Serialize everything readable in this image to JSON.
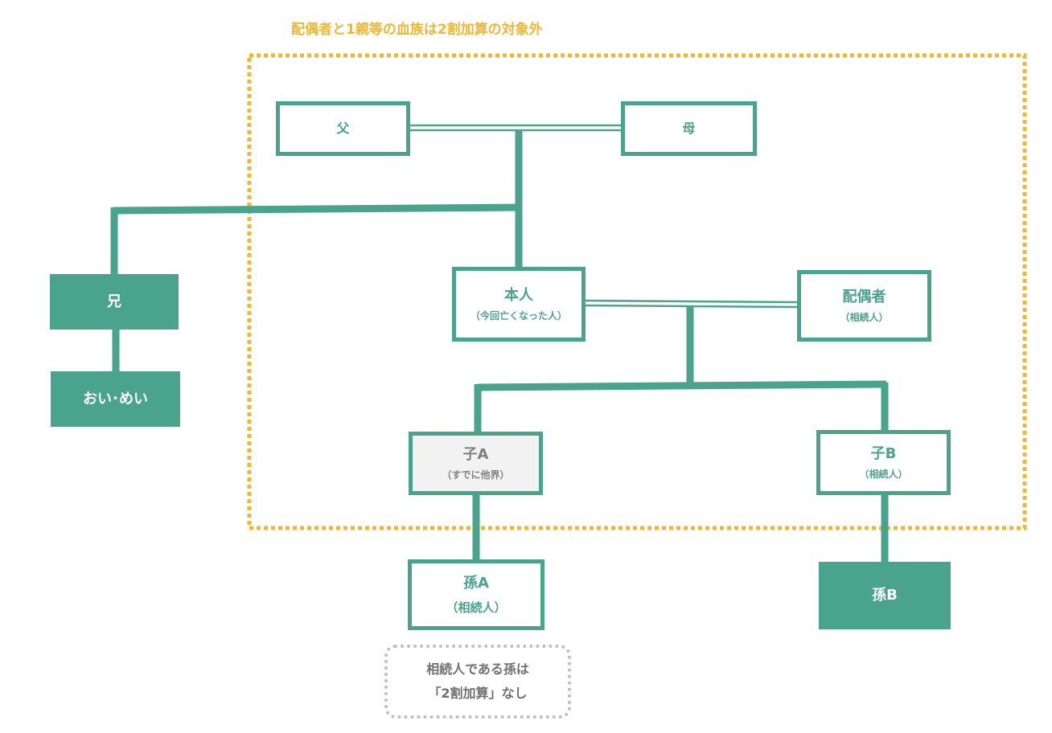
{
  "title": "配偶者と1親等の血族は2割加算の対象外",
  "people": {
    "father": {
      "name": "父"
    },
    "mother": {
      "name": "母"
    },
    "brother": {
      "name": "兄"
    },
    "nephew_niece": {
      "name": "おい･めい"
    },
    "self": {
      "name": "本人",
      "note": "（今回亡くなった人）"
    },
    "spouse": {
      "name": "配偶者",
      "note": "（相続人）"
    },
    "child_a": {
      "name": "子A",
      "note": "（すでに他界）"
    },
    "child_b": {
      "name": "子B",
      "note": "（相続人）"
    },
    "grandchild_a": {
      "name": "孫A",
      "note": "（相続人）"
    },
    "grandchild_b": {
      "name": "孫B"
    }
  },
  "note": {
    "line1": "相続人である孫は",
    "line2": "「2割加算」なし"
  },
  "colors": {
    "primary": "#4aa38d",
    "highlight": "#f2b632",
    "deceased_fill": "#f2f2f2",
    "note_border": "#bfbfbf",
    "note_text": "#707070"
  }
}
